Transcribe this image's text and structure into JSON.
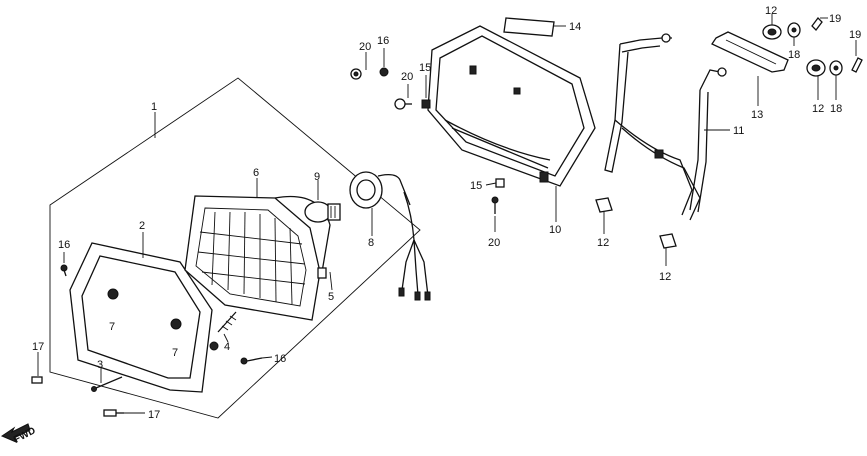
{
  "labels": {
    "l1": "1",
    "l2": "2",
    "l3": "3",
    "l4": "4",
    "l5": "5",
    "l6": "6",
    "l7a": "7",
    "l7b": "7",
    "l8": "8",
    "l9": "9",
    "l10": "10",
    "l11": "11",
    "l12a": "12",
    "l12b": "12",
    "l12c": "12",
    "l12d": "12",
    "l13": "13",
    "l14": "14",
    "l15a": "15",
    "l15b": "15",
    "l16a": "16",
    "l16b": "16",
    "l16c": "16",
    "l17a": "17",
    "l17b": "17",
    "l18a": "18",
    "l18b": "18",
    "l19a": "19",
    "l19b": "19",
    "l20a": "20",
    "l20b": "20",
    "l20c": "20"
  },
  "fwd": {
    "text": "FWD"
  }
}
